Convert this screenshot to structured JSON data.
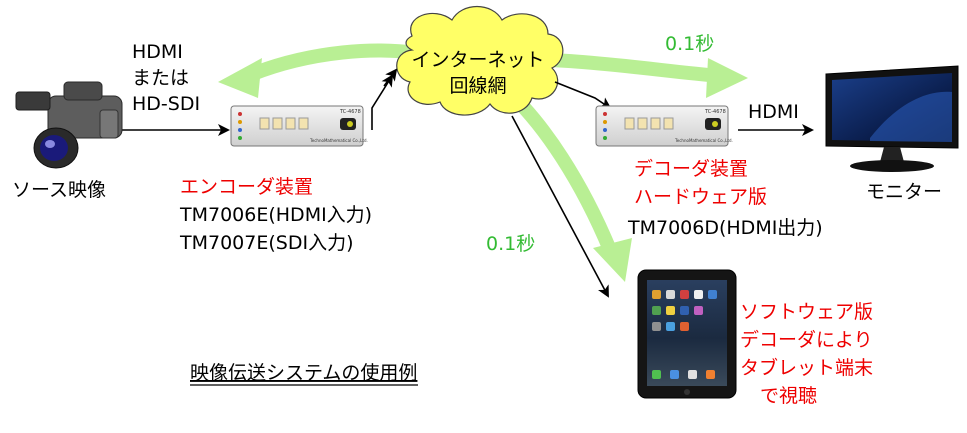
{
  "labels": {
    "hdmi_or": [
      "HDMI",
      "または",
      "HD-SDI"
    ],
    "source": "ソース映像",
    "encoder": {
      "title": "エンコーダ装置",
      "lines": [
        "TM7006E(HDMI入力)",
        "TM7007E(SDI入力)"
      ]
    },
    "internet": [
      "インターネット",
      "回線網"
    ],
    "latency_top": "0.1秒",
    "latency_mid": "0.1秒",
    "hdmi_out": "HDMI",
    "decoder": {
      "title_lines": [
        "デコーダ装置",
        "ハードウェア版"
      ],
      "model": "TM7006D(HDMI出力)"
    },
    "monitor": "モニター",
    "software": [
      "ソフトウェア版",
      "デコーダにより",
      "タブレット端末",
      "で視聴"
    ],
    "caption": "映像伝送システムの使用例",
    "device_model": "TC-4678",
    "device_brand": "TechnoMathematical Co.,Ltd."
  },
  "colors": {
    "red": "#ee0000",
    "green": "#33bb33",
    "arrow_green": "#9be86a",
    "cloud_fill": "#ffff66"
  }
}
